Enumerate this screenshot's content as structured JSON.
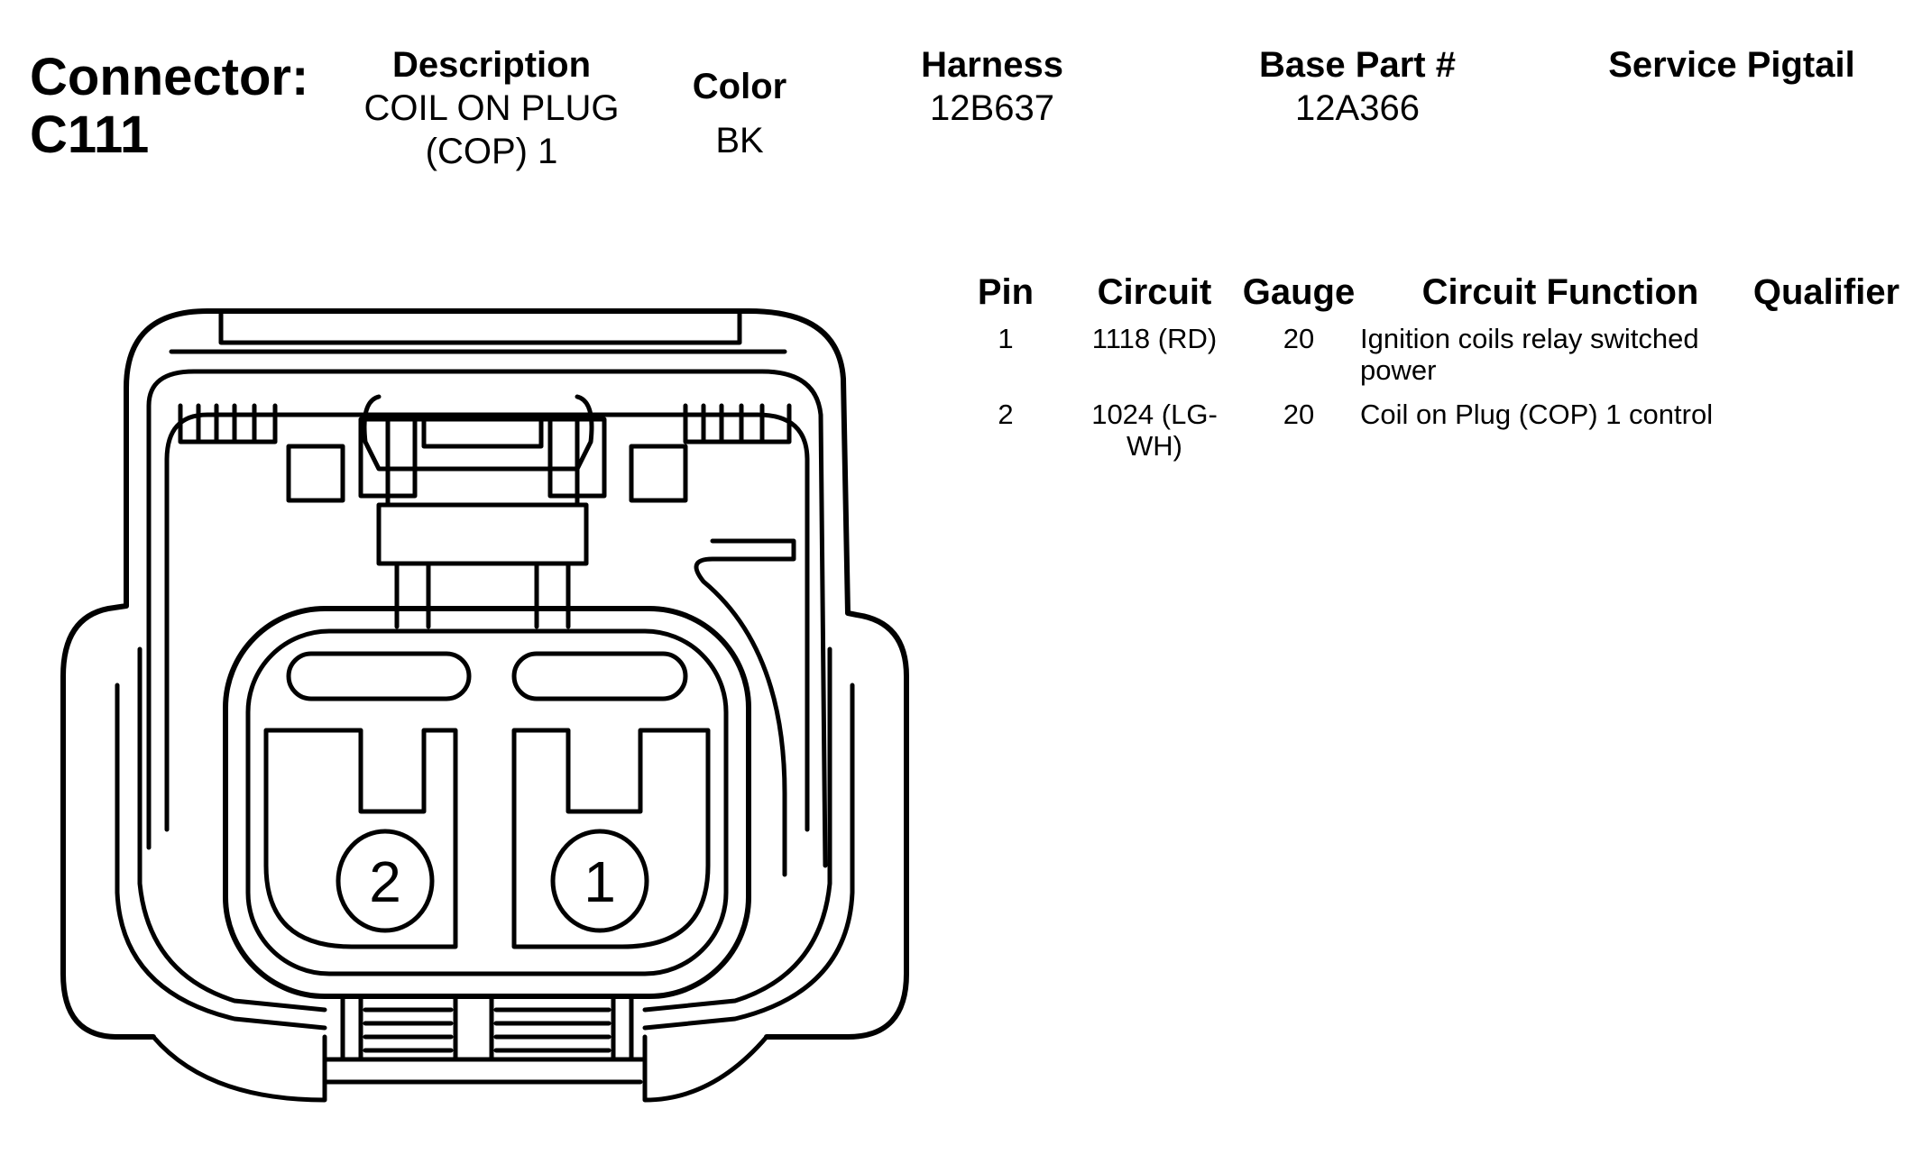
{
  "connector": {
    "label": "Connector:",
    "id": "C111"
  },
  "header": {
    "description": {
      "label": "Description",
      "value_line1": "COIL ON PLUG",
      "value_line2": "(COP) 1"
    },
    "color": {
      "label": "Color",
      "value": "BK"
    },
    "harness": {
      "label": "Harness",
      "value": "12B637"
    },
    "base_part": {
      "label": "Base Part #",
      "value": "12A366"
    },
    "service_pigtail": {
      "label": "Service Pigtail",
      "value": ""
    }
  },
  "pin_table": {
    "columns": [
      "Pin",
      "Circuit",
      "Gauge",
      "Circuit Function",
      "Qualifier"
    ],
    "rows": [
      {
        "pin": "1",
        "circuit_line1": "1118 (RD)",
        "circuit_line2": "",
        "gauge": "20",
        "function_line1": "Ignition coils relay switched",
        "function_line2": "power",
        "qualifier": ""
      },
      {
        "pin": "2",
        "circuit_line1": "1024 (LG-",
        "circuit_line2": "WH)",
        "gauge": "20",
        "function_line1": "Coil on Plug (COP) 1 control",
        "function_line2": "",
        "qualifier": ""
      }
    ]
  },
  "diagram": {
    "pin_labels": [
      "2",
      "1"
    ]
  }
}
